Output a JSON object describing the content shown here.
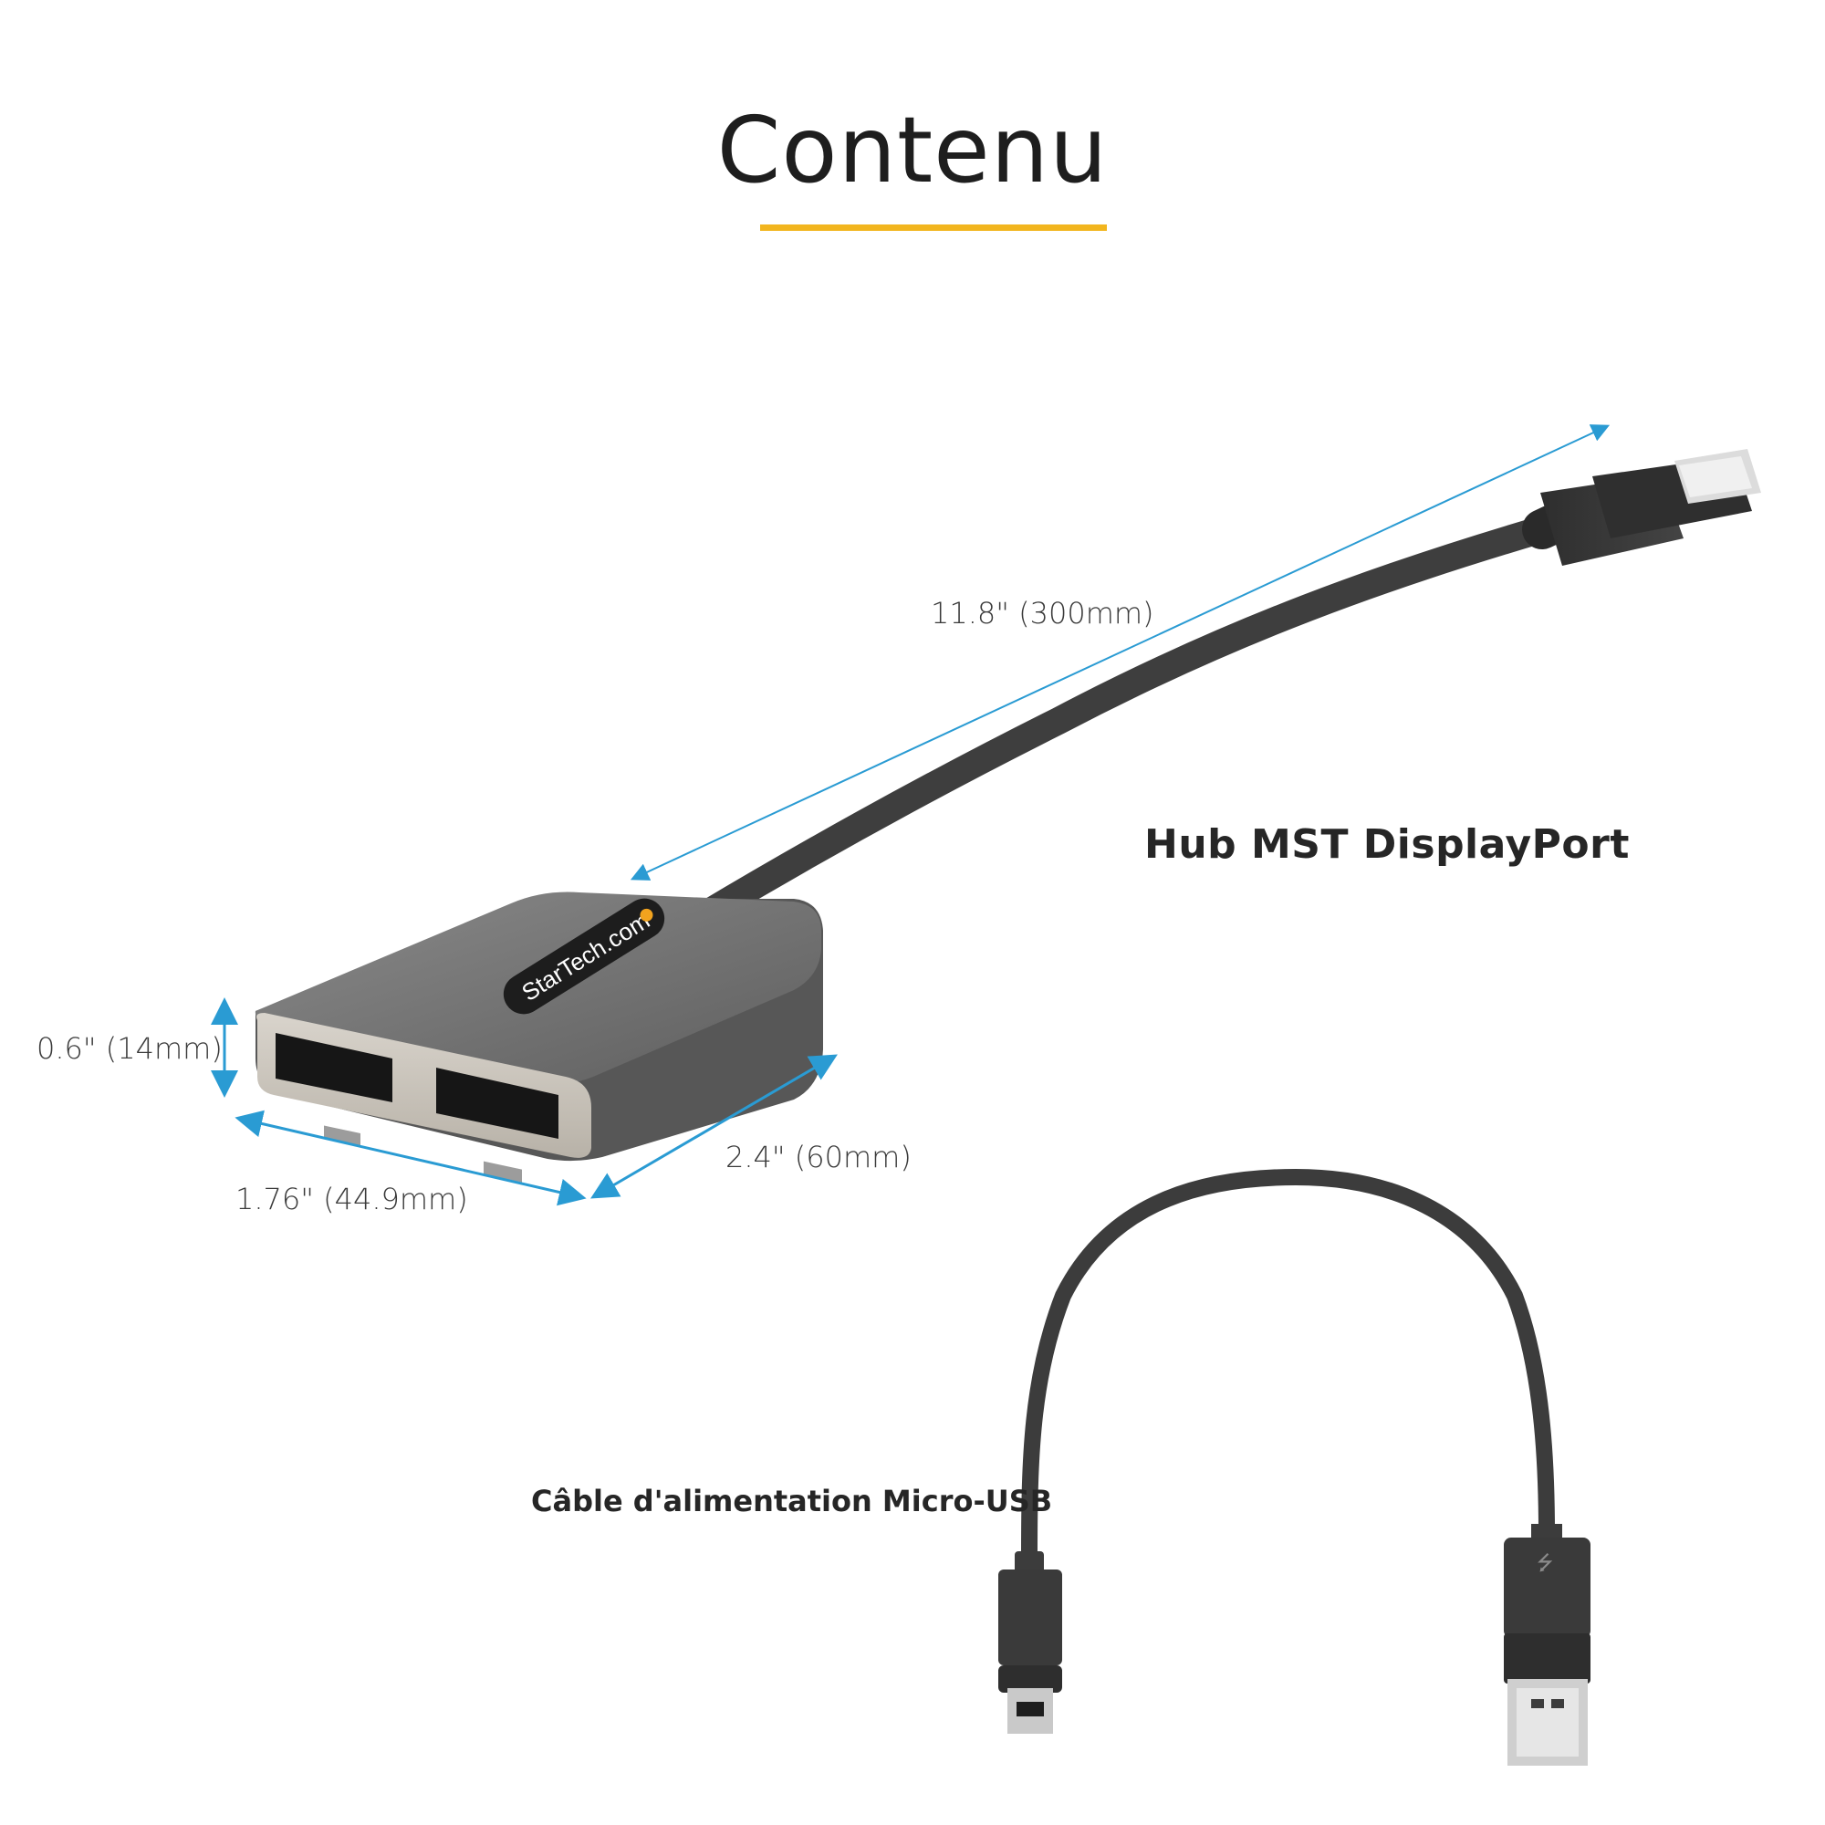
{
  "header": {
    "title": "Contenu"
  },
  "products": {
    "hub_label": "Hub MST DisplayPort",
    "cable_label": "Câble d'alimentation Micro-USB",
    "brand_logo": "StarTech.com"
  },
  "dimensions": {
    "cable_length": "11.8\" (300mm)",
    "height": "0.6\" (14mm)",
    "width": "1.76\" (44.9mm)",
    "depth": "2.4\" (60mm)"
  },
  "colors": {
    "accent_underline": "#f2b51e",
    "dimension_arrow": "#2a9bd3",
    "hub_body": "#6f6f6f",
    "cable": "#3c3c3c"
  },
  "icons": [
    "usb-icon",
    "displayport-port-icon",
    "arrow-icon"
  ]
}
